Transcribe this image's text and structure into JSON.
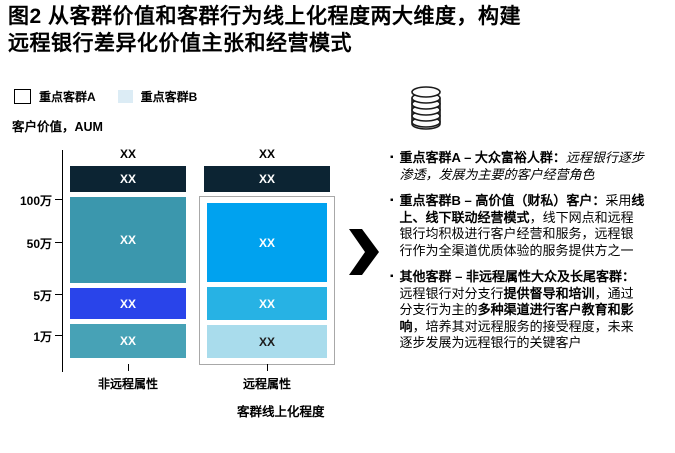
{
  "title": {
    "line1": "图2 从客群价值和客群行为线上化程度两大维度，构建",
    "line2": "远程银行差异化价值主张和经营模式"
  },
  "legend": {
    "a_label": "重点客群A",
    "b_label": "重点客群B"
  },
  "chart_data": {
    "type": "heatmap",
    "y_axis_title": "客户价值，AUM",
    "x_axis_title": "客群线上化程度",
    "y_tick_labels": [
      "100万",
      "50万",
      "5万",
      "1万"
    ],
    "x_categories": [
      "非远程属性",
      "远程属性"
    ],
    "column_top_labels": [
      "XX",
      "XX"
    ],
    "legend_entries": [
      "重点客群A",
      "重点客群B"
    ],
    "grid": false,
    "columns": [
      {
        "category": "非远程属性",
        "segments": [
          {
            "aum_band": "100万以上",
            "label": "XX",
            "color": "#0c2433",
            "text_color": "#ffffff"
          },
          {
            "aum_band": "50万-100万",
            "label": "XX",
            "color": "#3b97ad",
            "text_color": "#ffffff"
          },
          {
            "aum_band": "5万-50万",
            "label": "XX",
            "color": "#2944ea",
            "text_color": "#ffffff"
          },
          {
            "aum_band": "1万-5万",
            "label": "XX",
            "color": "#47a2b6",
            "text_color": "#ffffff"
          }
        ]
      },
      {
        "category": "远程属性",
        "segments": [
          {
            "aum_band": "100万以上",
            "label": "XX",
            "color": "#0c2433",
            "text_color": "#ffffff"
          },
          {
            "aum_band": "50万-100万",
            "label": "XX",
            "color": "#00a2ef",
            "text_color": "#ffffff"
          },
          {
            "aum_band": "5万-50万",
            "label": "XX",
            "color": "#27b2e4",
            "text_color": "#ffffff"
          },
          {
            "aum_band": "1万-5万",
            "label": "XX",
            "color": "#a9dcec",
            "text_color": "#1c1c1c"
          }
        ]
      }
    ]
  },
  "bullet_marker": "▪",
  "bullets": [
    {
      "segments": [
        {
          "text": "重点客群A – 大众富裕人群：",
          "bold": true
        },
        {
          "text": "远程银行逐步渗透，发展为主要的客户经营角色",
          "italic": true
        }
      ]
    },
    {
      "segments": [
        {
          "text": "重点客群B – 高价值（财私）客户：",
          "bold": true
        },
        {
          "text": "采用"
        },
        {
          "text": "线上、线下联动经营模式",
          "bold": true
        },
        {
          "text": "，线下网点和远程银行均积极进行客户经营和服务，远程银行作为全渠道优质体验的服务提供方之一"
        }
      ]
    },
    {
      "segments": [
        {
          "text": "其他客群 – 非远程属性大众及长尾客群：",
          "bold": true
        },
        {
          "text": "远程银行对分支行"
        },
        {
          "text": "提供督导和培训",
          "bold": true
        },
        {
          "text": "，通过分支行为主的"
        },
        {
          "text": "多种渠道进行客户教育和影响",
          "bold": true
        },
        {
          "text": "，培养其对远程服务的接受程度，未来逐步发展为远程银行的关键客户"
        }
      ]
    }
  ],
  "icons": {
    "coins": "coin-stack-icon",
    "arrow": "black-chevron-arrow-icon"
  },
  "colors": {
    "navy": "#0c2433",
    "teal": "#3b97ad",
    "royal_blue": "#2944ea",
    "bright_cyan": "#00a2ef",
    "mid_cyan": "#27b2e4",
    "pale_cyan": "#a9dcec",
    "legend_b_fill": "#dcecf5"
  }
}
